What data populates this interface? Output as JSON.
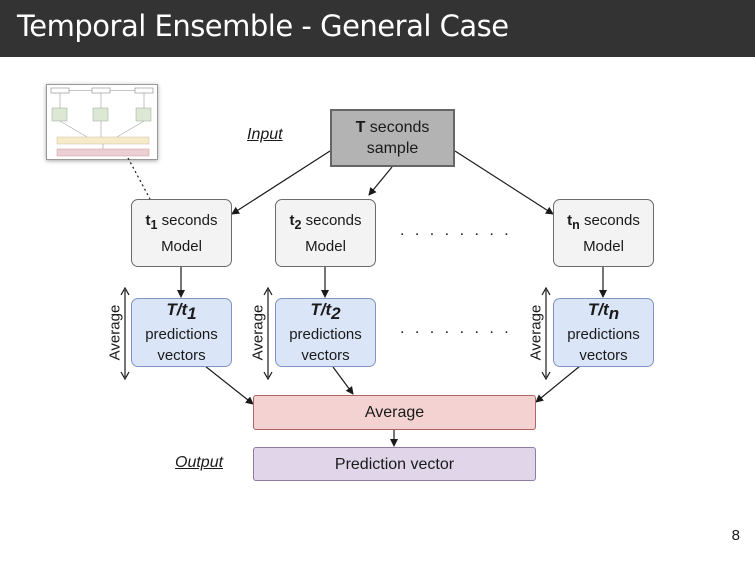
{
  "slide": {
    "title": "Temporal Ensemble - General Case",
    "page_number": "8"
  },
  "labels": {
    "input": "Input",
    "output": "Output",
    "average_side": "Average"
  },
  "sample_box": {
    "bold": "T",
    "rest": " seconds",
    "line2": "sample"
  },
  "models": [
    {
      "t": "t",
      "sub": "1",
      "rest": " seconds",
      "line2": "Model"
    },
    {
      "t": "t",
      "sub": "2",
      "rest": " seconds",
      "line2": "Model"
    },
    {
      "t": "t",
      "sub": "n",
      "rest": " seconds",
      "line2": "Model"
    }
  ],
  "predictions": [
    {
      "ratio": "T/t",
      "sub": "1",
      "line2": "predictions",
      "line3": "vectors"
    },
    {
      "ratio": "T/t",
      "sub": "2",
      "line2": "predictions",
      "line3": "vectors"
    },
    {
      "ratio": "T/t",
      "sub": "n",
      "line2": "predictions",
      "line3": "vectors"
    }
  ],
  "ellipsis": ". . . . . . . .",
  "average_box": "Average",
  "output_box": "Prediction vector",
  "colors": {
    "header_bg": "#333333",
    "sample_fill": "#b3b3b3",
    "model_fill": "#f3f3f3",
    "pred_fill": "#dbe5f8",
    "average_fill": "#f3d2d1",
    "output_fill": "#e0d5e9"
  }
}
